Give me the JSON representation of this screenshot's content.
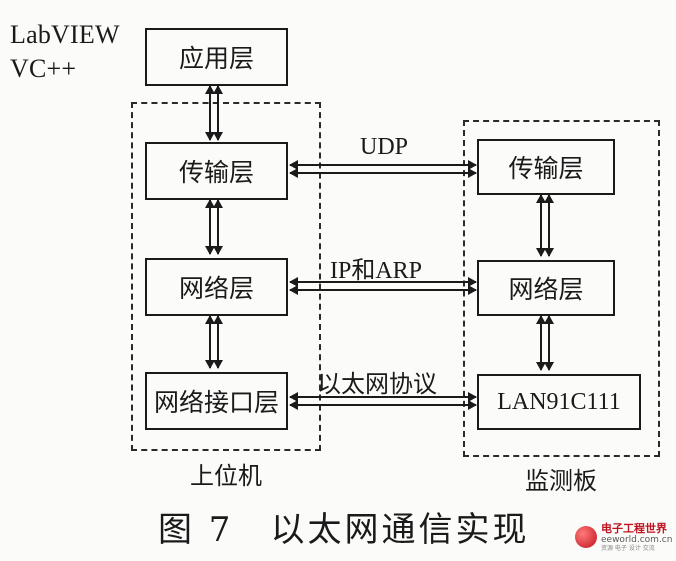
{
  "tools": [
    "LabVIEW",
    "VC++"
  ],
  "host": {
    "group_label": "上位机",
    "layers": {
      "application": "应用层",
      "transport": "传输层",
      "network": "网络层",
      "interface": "网络接口层"
    }
  },
  "board": {
    "group_label": "监测板",
    "layers": {
      "transport": "传输层",
      "network": "网络层",
      "interface": "LAN91C111"
    }
  },
  "protocols": {
    "transport": "UDP",
    "network": "IP和ARP",
    "link": "以太网协议"
  },
  "caption": "图 7　以太网通信实现",
  "watermark": {
    "cn": "电子工程世界",
    "en": "eeworld.com.cn",
    "sub": "资源 电子 设计 交流"
  }
}
